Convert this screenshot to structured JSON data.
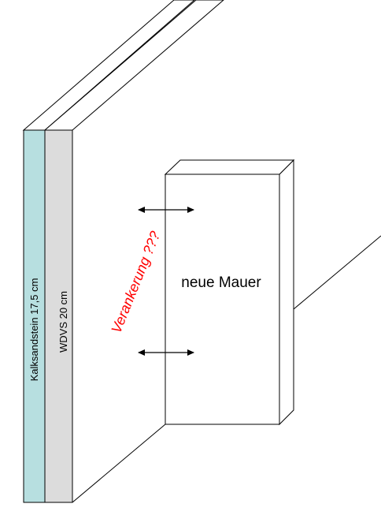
{
  "diagram": {
    "labels": {
      "layer_kalksandstein": "Kalksandstein 17,5 cm",
      "layer_wdvs": "WDVS 20 cm",
      "new_wall": "neue Mauer",
      "anchoring": "Verankerung ???"
    },
    "colors": {
      "kalksandstein_fill": "#b7dfe0",
      "wdvs_fill": "#dcdcdc",
      "new_wall_fill": "#ffffff",
      "outline": "#000000",
      "anchoring_text": "#ff0000"
    }
  }
}
